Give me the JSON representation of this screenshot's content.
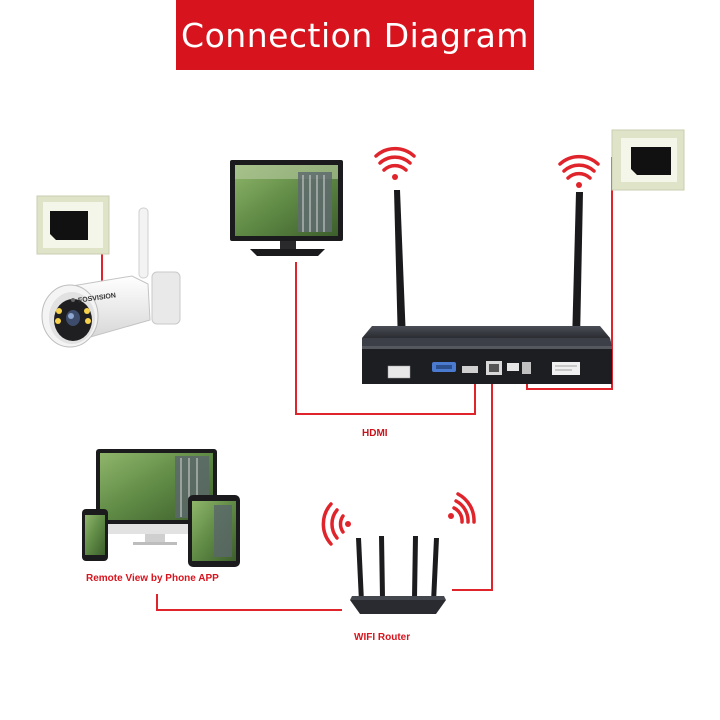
{
  "title": "Connection Diagram",
  "labels": {
    "hdmi": "HDMI",
    "remote_view": "Remote View by Phone APP",
    "router": "WIFI Router"
  },
  "camera_brand": "FOSVISION",
  "colors": {
    "accent": "#d7141e",
    "cable": "#e0242c",
    "wifi": "#e0242c",
    "device_dark": "#1e1e22",
    "power_bg": "#dfe3c8"
  }
}
